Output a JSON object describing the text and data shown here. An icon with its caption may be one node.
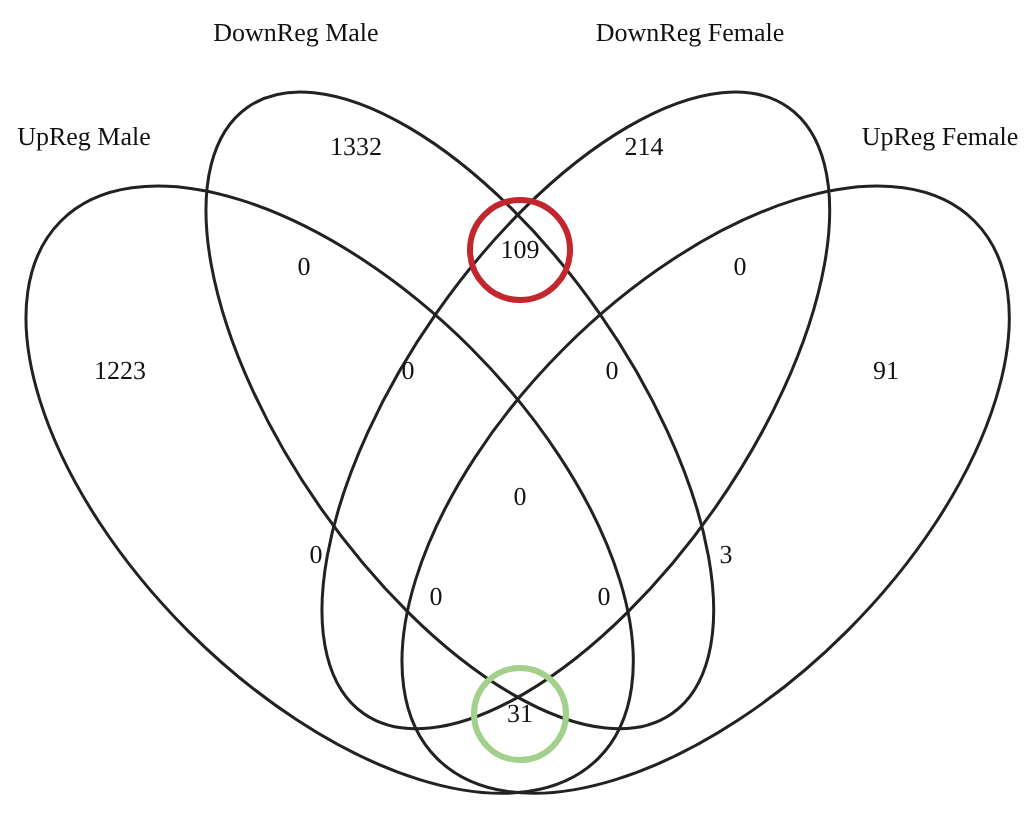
{
  "diagram": {
    "nodes": [
      {
        "text": [
          "DownReg Male"
        ]
      },
      {
        "text": [
          "DownReg Female"
        ]
      },
      {
        "text": [
          "UpReg Male"
        ]
      },
      {
        "text": [
          "UpReg Female"
        ]
      },
      {
        "text": [
          "109"
        ]
      },
      {
        "text": [
          "31"
        ]
      }
    ],
    "labels": [
      "1332",
      "214",
      "0",
      "0",
      "1223",
      "0",
      "0",
      "91",
      "0",
      "0",
      "3",
      "0",
      "0"
    ]
  }
}
